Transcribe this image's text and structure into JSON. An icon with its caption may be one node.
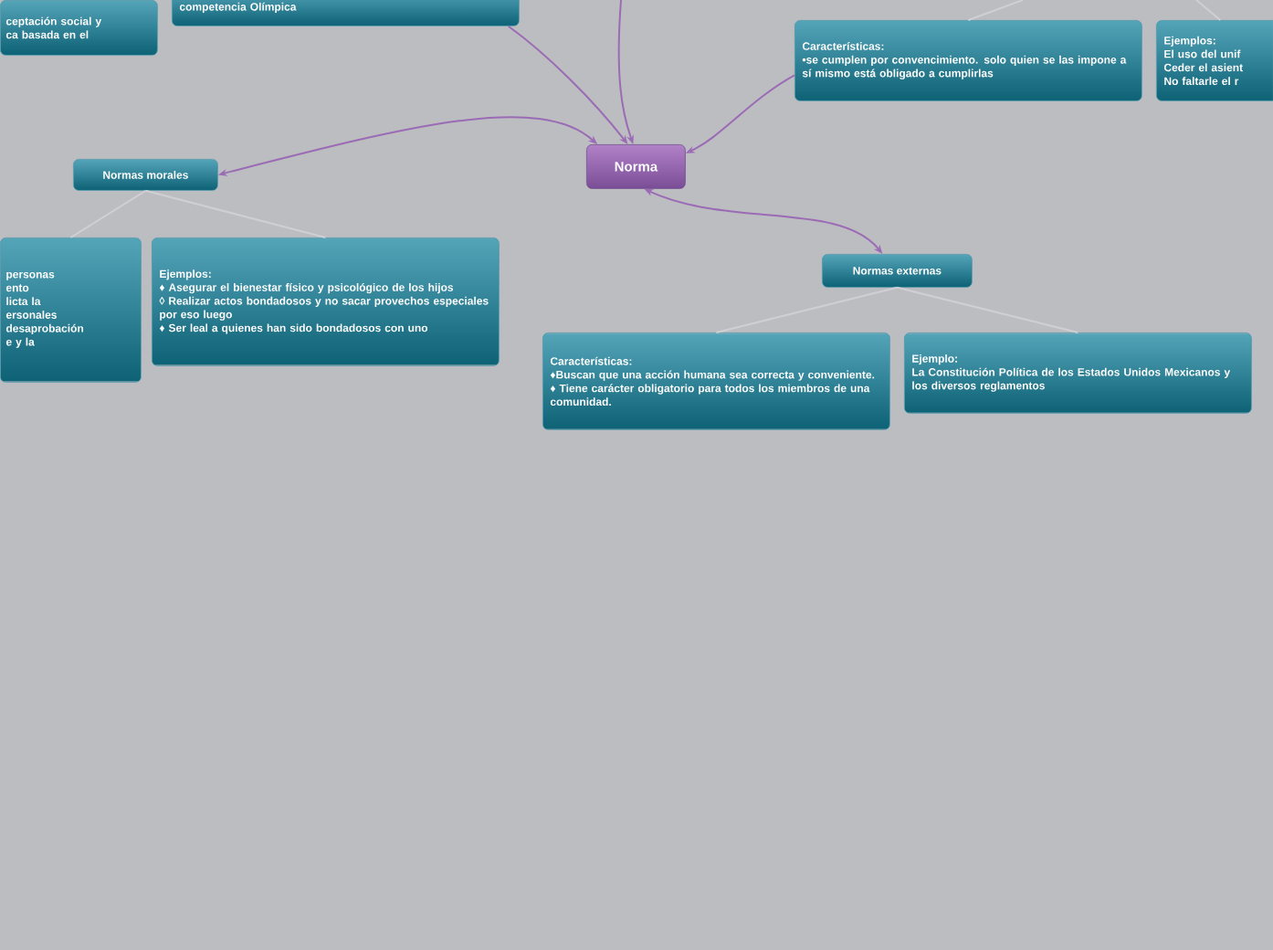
{
  "diagram": {
    "nodes": [
      {
        "text": [
          "Norma"
        ]
      },
      {
        "text": [
          "ceptación social y",
          "ca basada en el"
        ]
      },
      {
        "text": [
          "competencia Olímpica"
        ]
      },
      {
        "text": [
          "Características:",
          "•se cumplen por convencimiento. solo quien se las impone a sí mismo está obligado a cumplirlas"
        ]
      },
      {
        "text": [
          "Ejemplos:",
          "El uso del unif",
          "Ceder el asient",
          "No faltarle el r"
        ]
      },
      {
        "text": [
          "Normas morales"
        ]
      },
      {
        "text": [
          "personas",
          "ento",
          "licta la",
          "ersonales",
          "desaprobación",
          "e y la"
        ]
      },
      {
        "text": [
          "Ejemplos:",
          "♦ Asegurar el bienestar físico y psicológico de los hijos",
          "◊ Realizar actos bondadosos y no sacar provechos especiales por eso luego",
          "♦ Ser leal a quienes han sido bondadosos con uno"
        ]
      },
      {
        "text": [
          "Normas externas"
        ]
      },
      {
        "text": [
          "Características:",
          "♦Buscan que una acción humana sea correcta y conveniente.",
          "♦ Tiene carácter obligatorio para todos los miembros de una comunidad."
        ]
      },
      {
        "text": [
          "Ejemplo:",
          "La Constitución Política de los Estados Unidos Mexicanos y los diversos reglamentos"
        ]
      }
    ],
    "edges": [
      {
        "from": null,
        "to": 0,
        "arrow": "to",
        "color": "#9b6bb5"
      },
      {
        "from": 2,
        "to": 0,
        "arrow": "to",
        "color": "#9b6bb5"
      },
      {
        "from": 3,
        "to": 0,
        "arrow": "to",
        "color": "#9b6bb5"
      },
      {
        "from": 5,
        "to": 0,
        "arrow": "both",
        "color": "#9b6bb5"
      },
      {
        "from": 0,
        "to": 8,
        "arrow": "both",
        "color": "#9b6bb5"
      },
      {
        "from": 5,
        "to": 6,
        "arrow": "none",
        "color": "#cfcfd4"
      },
      {
        "from": 5,
        "to": 7,
        "arrow": "none",
        "color": "#cfcfd4"
      },
      {
        "from": 8,
        "to": 9,
        "arrow": "none",
        "color": "#cfcfd4"
      },
      {
        "from": 8,
        "to": 10,
        "arrow": "none",
        "color": "#cfcfd4"
      },
      {
        "from": null,
        "to": 3,
        "arrow": "none",
        "color": "#cfcfd4"
      },
      {
        "from": null,
        "to": 4,
        "arrow": "none",
        "color": "#cfcfd4"
      }
    ]
  }
}
